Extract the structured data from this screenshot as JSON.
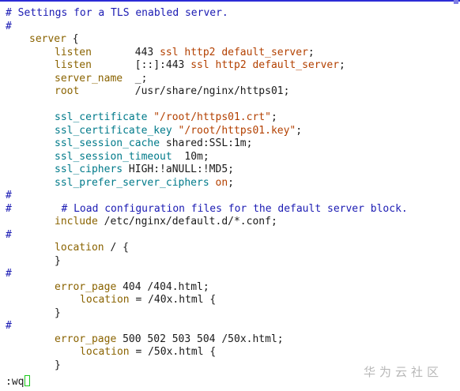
{
  "lines": [
    {
      "comment": "# Settings for a TLS enabled server."
    },
    {
      "comment": "#"
    },
    {
      "directive": "server",
      "rest": " {"
    },
    {
      "directive": "listen",
      "rest": "       443 ",
      "special": "ssl http2 default_server",
      "end": ";"
    },
    {
      "directive": "listen",
      "rest": "       [::]:443 ",
      "special": "ssl http2 default_server",
      "end": ";"
    },
    {
      "directive": "server_name",
      "rest": "  _;"
    },
    {
      "directive": "root",
      "rest": "         /usr/share/nginx/https01;"
    },
    {},
    {
      "directive": "ssl_certificate",
      "rest": " ",
      "special": "\"/root/https01.crt\"",
      "end": ";"
    },
    {
      "directive": "ssl_certificate_key",
      "rest": " ",
      "special": "\"/root/https01.key\"",
      "end": ";"
    },
    {
      "directive": "ssl_session_cache",
      "rest": " shared:SSL:1m;"
    },
    {
      "directive": "ssl_session_timeout",
      "rest": "  10m;"
    },
    {
      "directive": "ssl_ciphers",
      "rest": " HIGH:!aNULL:!MD5;"
    },
    {
      "directive": "ssl_prefer_server_ciphers",
      "rest": " ",
      "special": "on",
      "end": ";"
    },
    {
      "comment": "#"
    },
    {
      "comment": "#        # Load configuration files for the default server block."
    },
    {
      "directive": "include",
      "rest": " /etc/nginx/default.d/*.conf;"
    },
    {
      "comment": "#"
    },
    {
      "directive": "location",
      "rest": " / {"
    },
    {
      "plain": "}"
    },
    {
      "comment": "#"
    },
    {
      "directive": "error_page",
      "rest": " 404 /404.html;"
    },
    {
      "directive": "location",
      "rest": " = /40x.html {"
    },
    {
      "plain": "}"
    },
    {
      "comment": "#"
    },
    {
      "directive": "error_page",
      "rest": " 500 502 503 504 /50x.html;"
    },
    {
      "directive": "location",
      "rest": " = /50x.html {"
    },
    {
      "plain": "}"
    }
  ],
  "command_line": ":wq",
  "watermark": "华为云社区",
  "colors": {
    "comment": "#1b1bb3",
    "directive": "#8a6300",
    "ssl_directive": "#007a8a",
    "string": "#b34000",
    "cursor": "#19c919"
  }
}
